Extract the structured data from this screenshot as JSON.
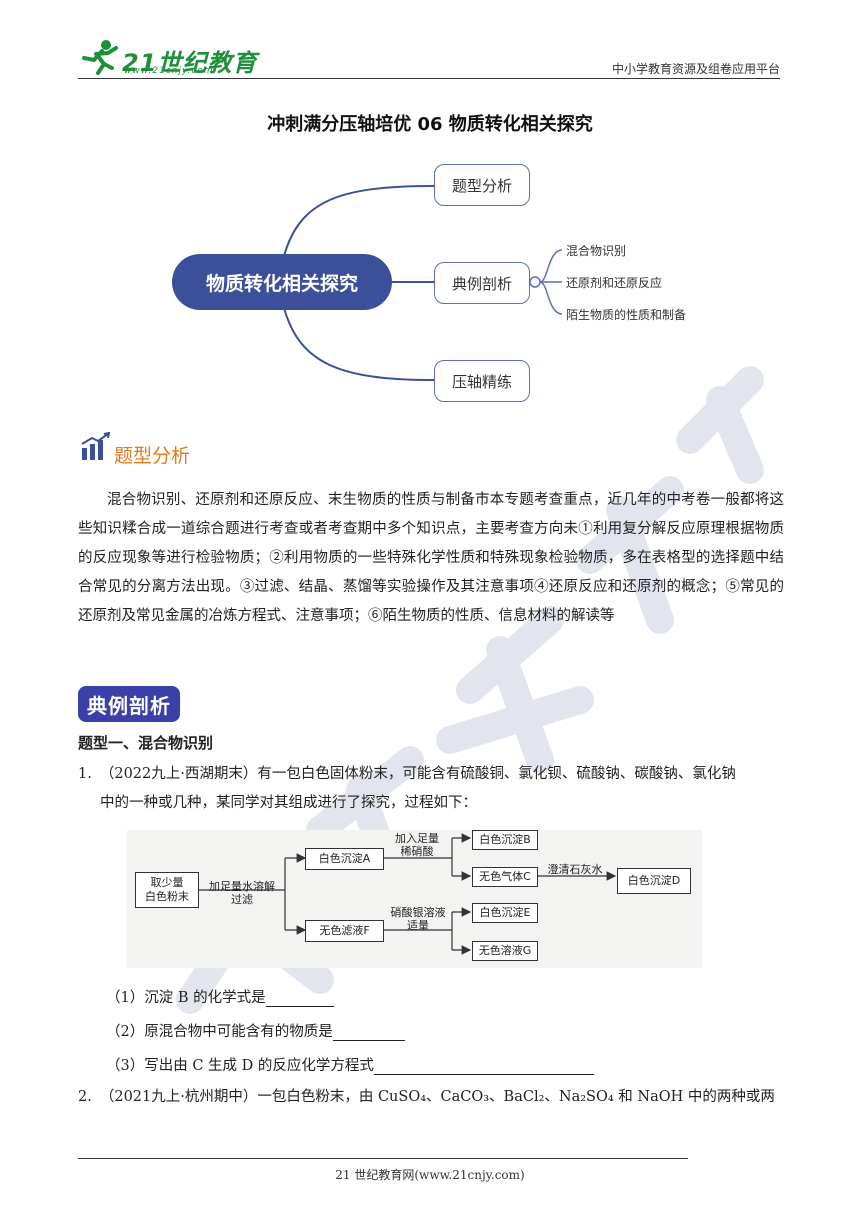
{
  "header": {
    "logo_text": "21世纪教育",
    "logo_url": "www.21cnjy.com",
    "platform": "中小学教育资源及组卷应用平台"
  },
  "title": "冲刺满分压轴培优 06 物质转化相关探究",
  "mindmap": {
    "center": "物质转化相关探究",
    "branches": [
      "题型分析",
      "典例剖析",
      "压轴精练"
    ],
    "leaves": [
      "混合物识别",
      "还原剂和还原反应",
      "陌生物质的性质和制备"
    ]
  },
  "section1": {
    "title": "题型分析",
    "paragraph": "混合物识别、还原剂和还原反应、末生物质的性质与制备市本专题考查重点，近几年的中考卷一般都将这些知识糅合成一道综合题进行考查或者考查期中多个知识点，主要考查方向未①利用复分解反应原理根据物质的反应现象等进行检验物质；②利用物质的一些特殊化学性质和特殊现象检验物质，多在表格型的选择题中结合常见的分离方法出现。③过滤、结晶、蒸馏等实验操作及其注意事项④还原反应和还原剂的概念；⑤常见的还原剂及常见金属的冶炼方程式、注意事项；⑥陌生物质的性质、信息材料的解读等"
  },
  "section2": {
    "badge": "典例剖析",
    "type_title": "题型一、混合物识别"
  },
  "q1": {
    "number": "1.",
    "line1": "（2022九上·西湖期末）有一包白色固体粉末，可能含有硫酸铜、氯化钡、硫酸钠、碳酸钠、氯化钠",
    "line2": "中的一种或几种，某同学对其组成进行了探究，过程如下：",
    "flow": {
      "start": "取少量\n白色粉末",
      "step1": "加足量水溶解\n过滤",
      "precipA": "白色沉淀A",
      "filtrateF": "无色滤液F",
      "add_acid": "加入足量\n稀硝酸",
      "precipB": "白色沉淀B",
      "gasC": "无色气体C",
      "limewater": "澄清石灰水",
      "precipD": "白色沉淀D",
      "silver": "硝酸银溶液\n适量",
      "precipE": "白色沉淀E",
      "solutionG": "无色溶液G"
    },
    "sub1": "（1）沉淀 B 的化学式是",
    "sub2": "（2）原混合物中可能含有的物质是",
    "sub3": "（3）写出由 C 生成 D 的反应化学方程式"
  },
  "q2": {
    "number": "2.",
    "text": "（2021九上·杭州期中）一包白色粉末，由 CuSO₄、CaCO₃、BaCl₂、Na₂SO₄ 和 NaOH 中的两种或两"
  },
  "footer": "21 世纪教育网(www.21cnjy.com)",
  "colors": {
    "brand_green": "#1e8f3a",
    "mindmap_blue": "#3b4f9a",
    "section_orange": "#e07b1f",
    "badge_indigo": "#3b3fa8"
  }
}
